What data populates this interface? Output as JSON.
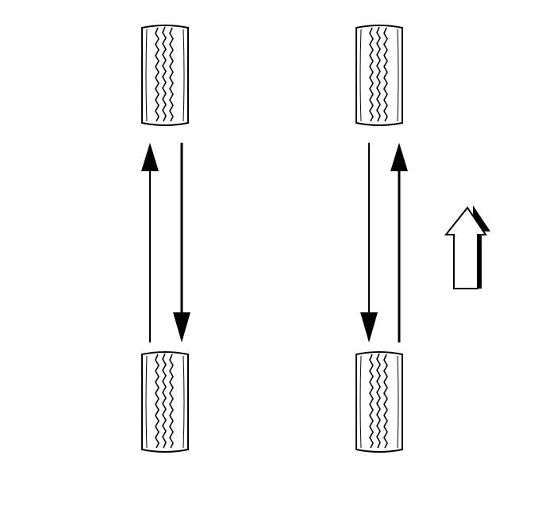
{
  "diagram": {
    "kind": "tire-rotation-pattern",
    "tires": [
      {
        "id": "front-left",
        "position": "front-left"
      },
      {
        "id": "front-right",
        "position": "front-right"
      },
      {
        "id": "rear-left",
        "position": "rear-left"
      },
      {
        "id": "rear-right",
        "position": "rear-right"
      }
    ],
    "moves": [
      {
        "from": "rear-left",
        "to": "front-left"
      },
      {
        "from": "front-left",
        "to": "rear-left"
      },
      {
        "from": "front-right",
        "to": "rear-right"
      },
      {
        "from": "rear-right",
        "to": "front-right"
      }
    ],
    "direction_indicator": {
      "icon": "outline-arrow-up-icon",
      "meaning": "vehicle-front"
    },
    "colors": {
      "line": "#000000",
      "fill": "#ffffff"
    }
  }
}
